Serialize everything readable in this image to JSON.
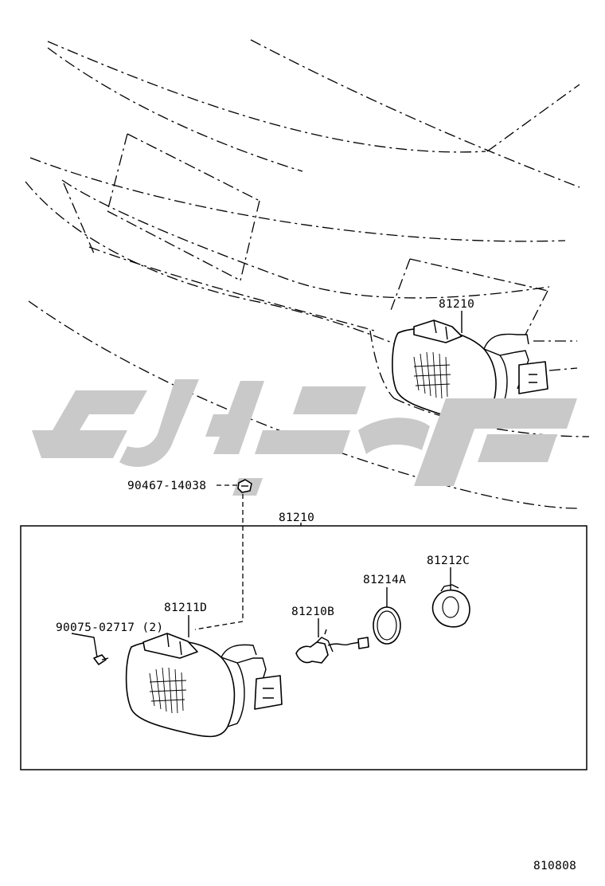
{
  "callouts": {
    "top_assembly": "81210",
    "clip": "90467-14038",
    "assembly": "81210",
    "lens_unit": "81211D",
    "screw": "90075-02717 (2)",
    "bulb": "81210B",
    "gasket": "81214A",
    "socket": "81212C"
  },
  "figure_number": "810808",
  "watermark": {
    "description": "stylized logo (grey)",
    "color": "#c9c9c9"
  },
  "colors": {
    "line": "#000000",
    "background": "#ffffff"
  }
}
